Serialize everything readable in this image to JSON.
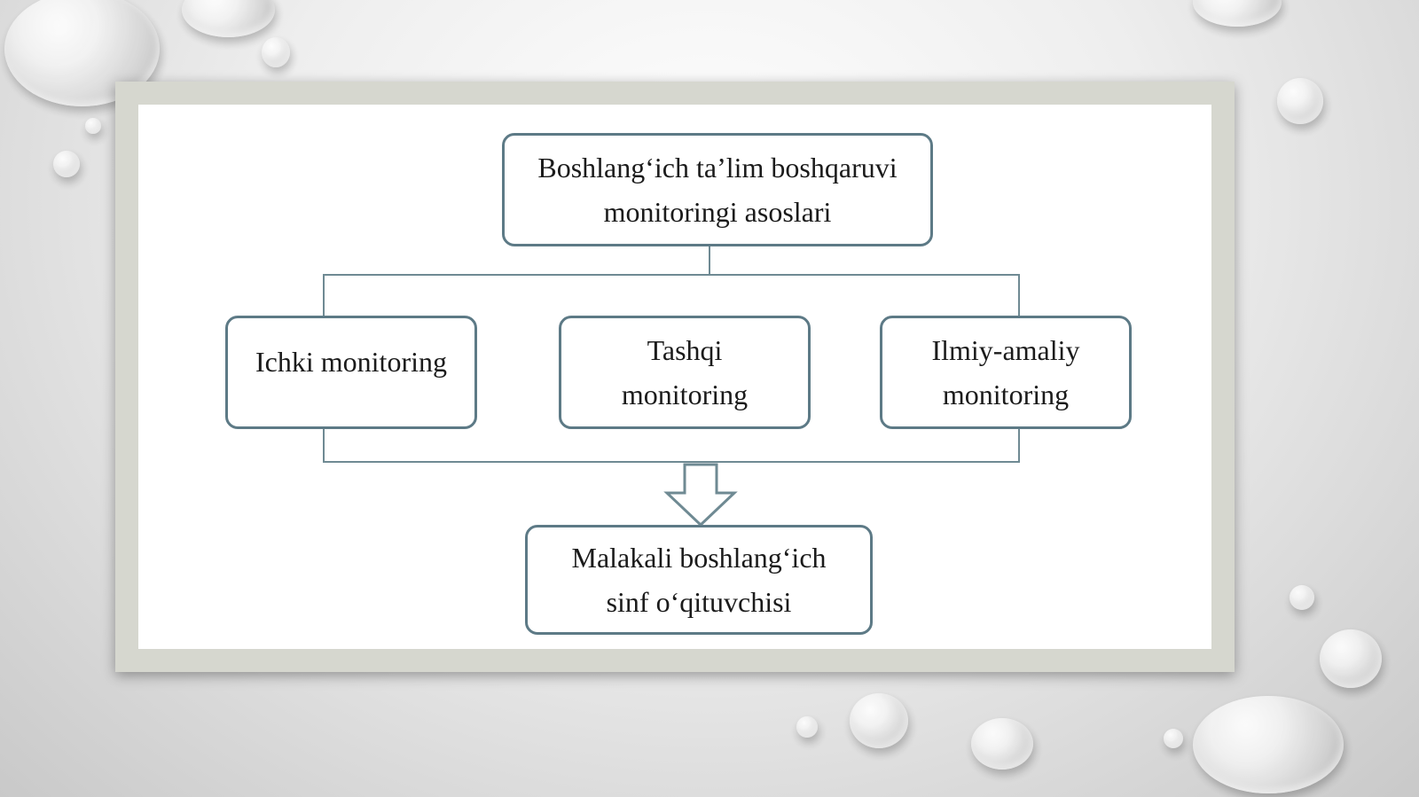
{
  "diagram": {
    "root": {
      "label": "Boshlang‘ich ta’lim boshqaruvi\nmonitoringi asoslari"
    },
    "children": [
      {
        "label": "Ichki monitoring"
      },
      {
        "label": "Tashqi\nmonitoring"
      },
      {
        "label": "Ilmiy-amaliy\nmonitoring"
      }
    ],
    "result": {
      "label": "Malakali boshlang‘ich\nsinf o‘qituvchisi"
    }
  },
  "colors": {
    "box_border": "#5d7a86",
    "connector": "#6f8a93",
    "frame": "#d6d7cf"
  }
}
